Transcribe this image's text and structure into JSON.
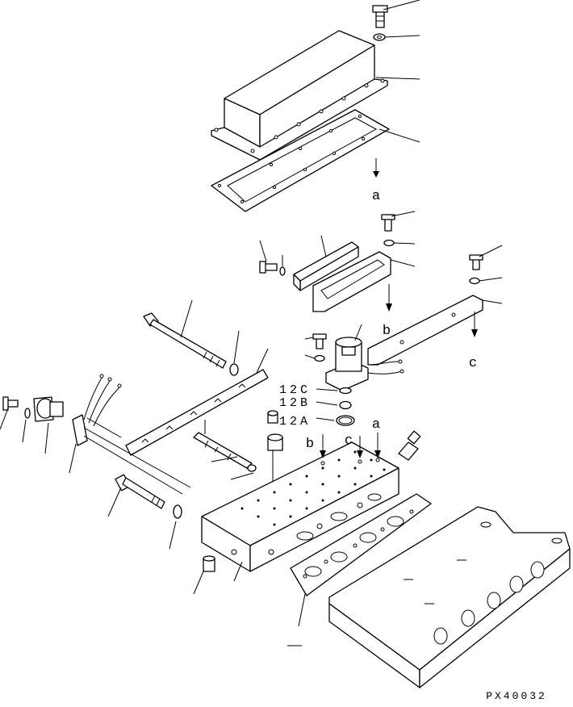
{
  "callouts": {
    "a_top": "a",
    "b_mid": "b",
    "c_mid": "c",
    "b_valve": "b",
    "c_valve": "c",
    "a_valve": "a"
  },
  "seals": {
    "s12c": "12C",
    "s12b": "12B",
    "s12a": "12A"
  },
  "drawing_code": "PX40032"
}
